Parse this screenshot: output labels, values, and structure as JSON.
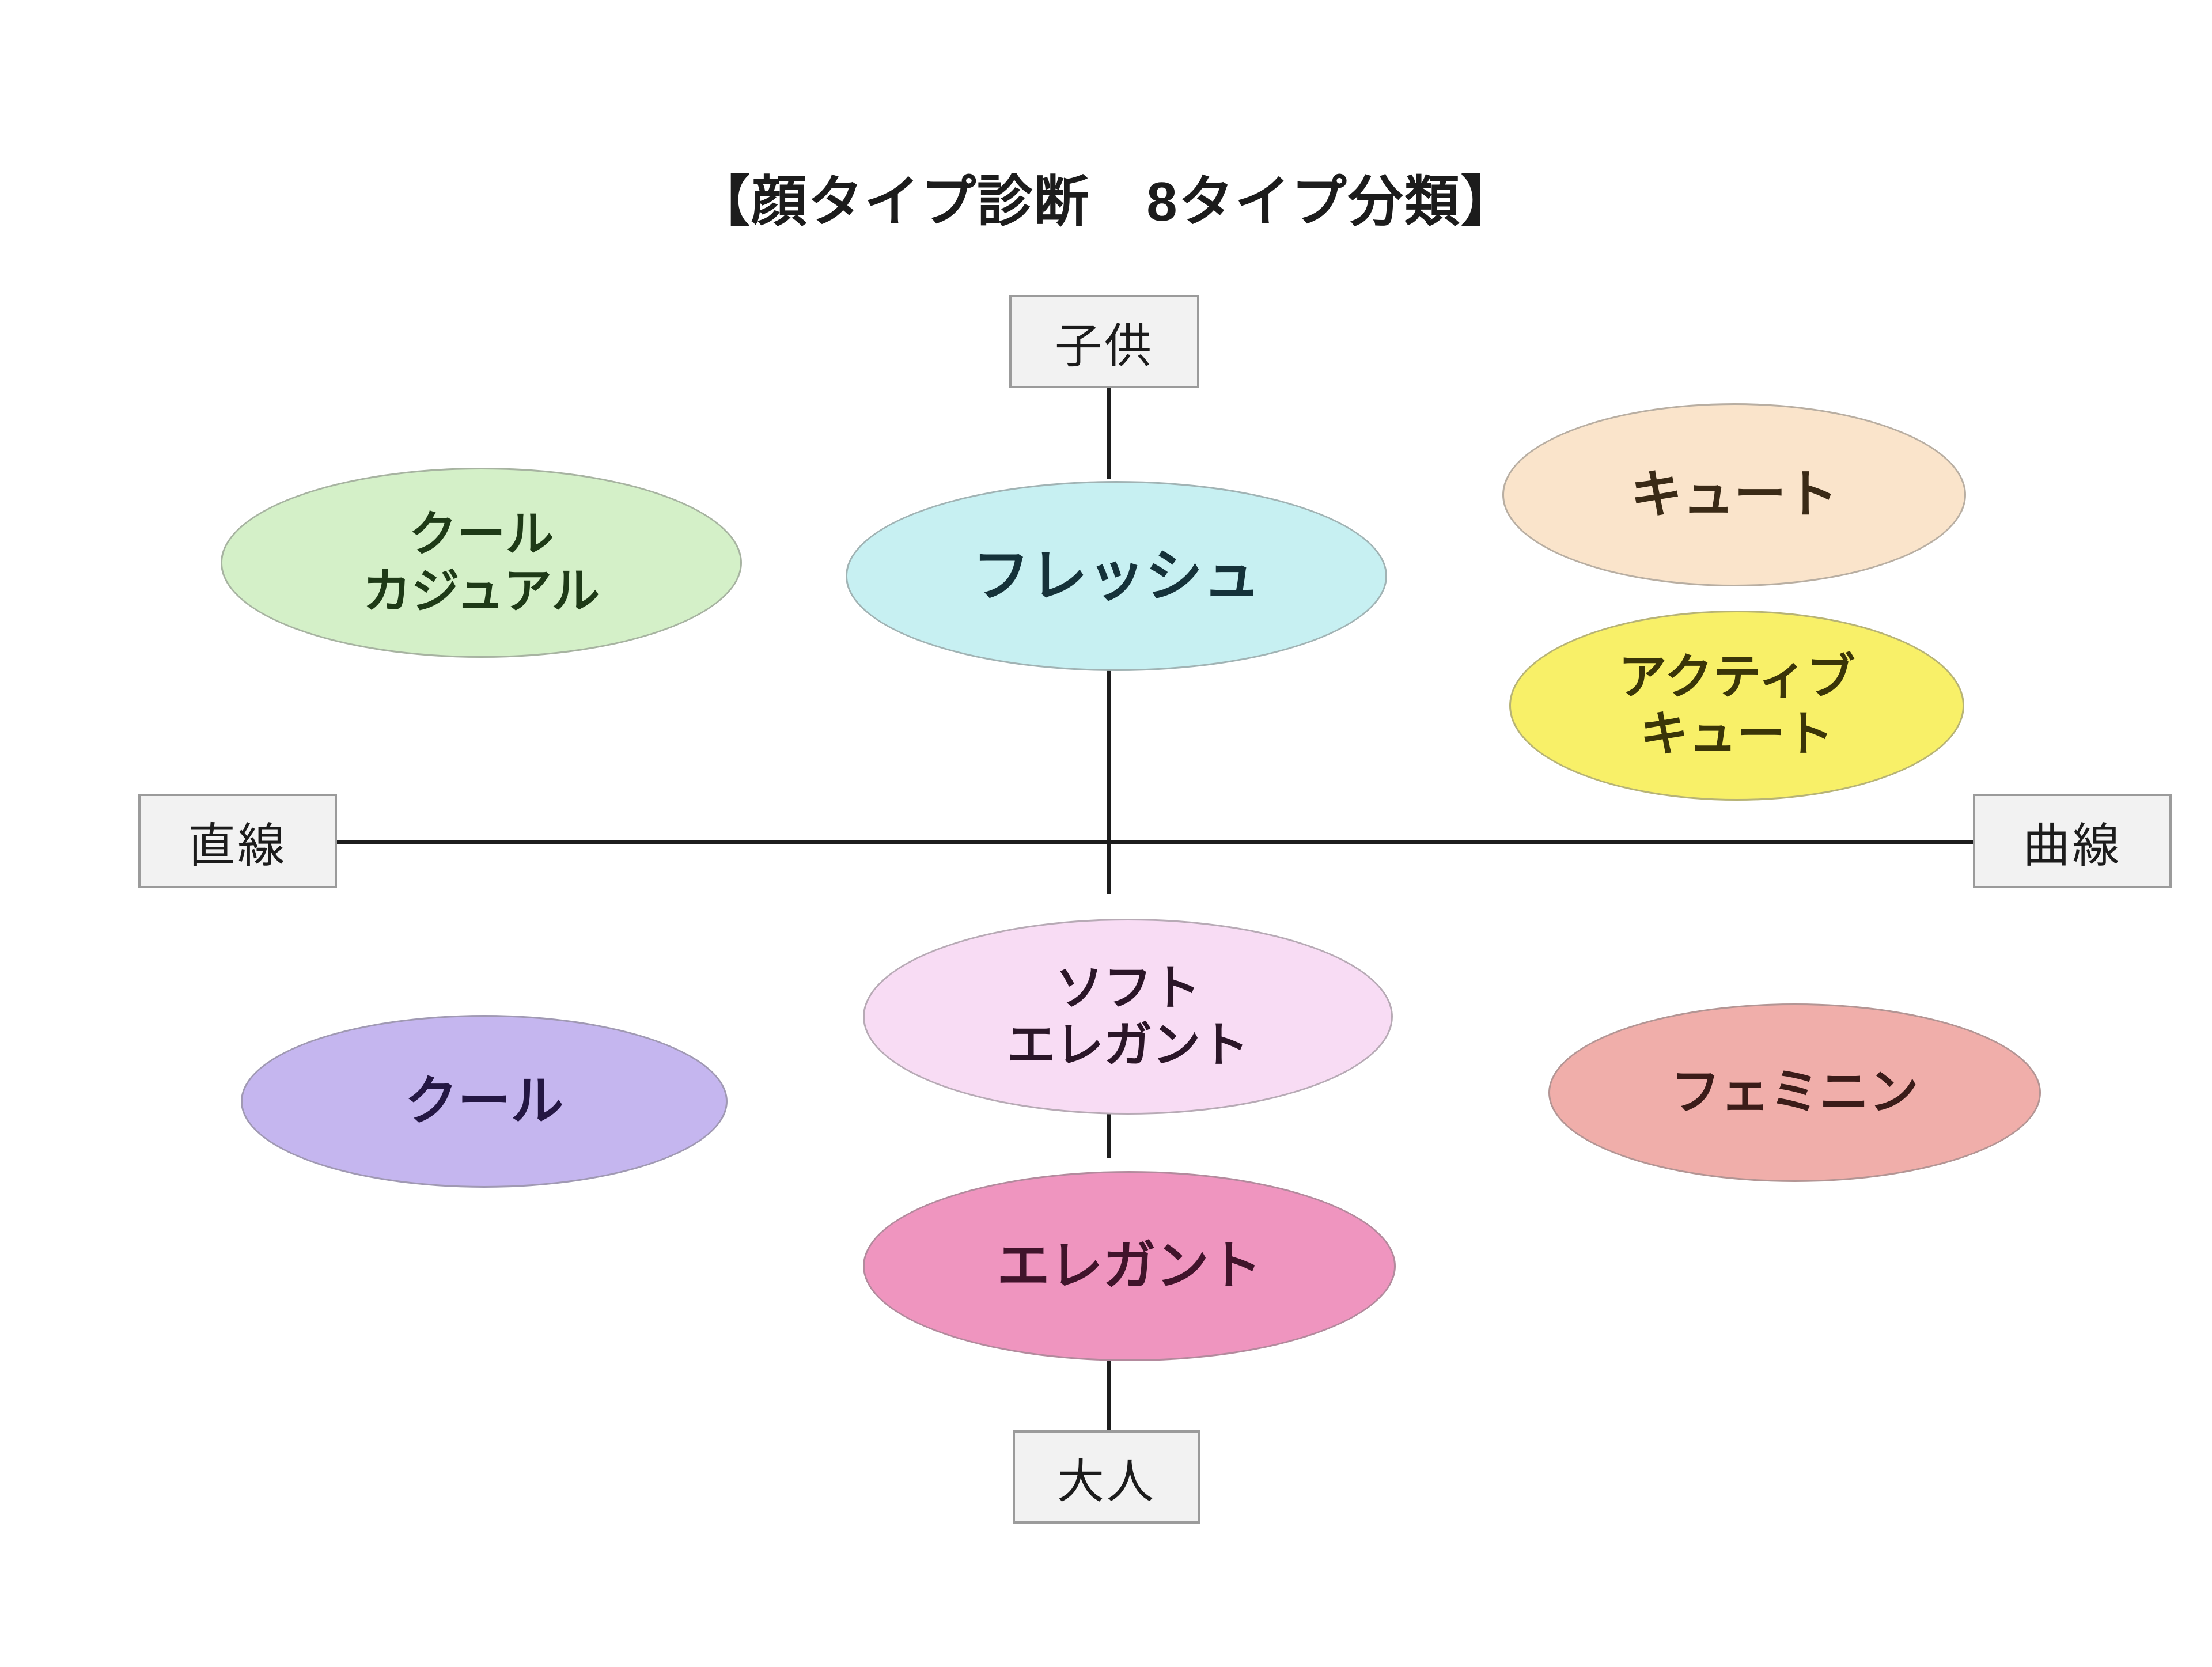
{
  "diagram": {
    "title": "【顔タイプ診断　8タイプ分類】",
    "axes": {
      "top_label": "子供",
      "bottom_label": "大人",
      "left_label": "直線",
      "right_label": "曲線"
    },
    "nodes": [
      {
        "id": "cool-casual",
        "label": "クール\nカジュアル",
        "fill": "#d4f0c8",
        "text_color": "#1e3a17",
        "quadrant": "upper-left"
      },
      {
        "id": "fresh",
        "label": "フレッシュ",
        "fill": "#c7f0f2",
        "text_color": "#15323a",
        "quadrant": "upper-center"
      },
      {
        "id": "cute",
        "label": "キュート",
        "fill": "#fae4cb",
        "text_color": "#3a2a16",
        "quadrant": "upper-right"
      },
      {
        "id": "active-cute",
        "label": "アクティブ\nキュート",
        "fill": "#f8f068",
        "text_color": "#3a3508",
        "quadrant": "upper-right"
      },
      {
        "id": "cool",
        "label": "クール",
        "fill": "#c5b6ef",
        "text_color": "#241743",
        "quadrant": "lower-left"
      },
      {
        "id": "soft-elegant",
        "label": "ソフト\nエレガント",
        "fill": "#f8dcf4",
        "text_color": "#2b1628",
        "quadrant": "lower-center"
      },
      {
        "id": "elegant",
        "label": "エレガント",
        "fill": "#ef95bf",
        "text_color": "#40142b",
        "quadrant": "lower-center"
      },
      {
        "id": "feminine",
        "label": "フェミニン",
        "fill": "#f0aeaa",
        "text_color": "#3b1c19",
        "quadrant": "lower-right"
      }
    ],
    "colors": {
      "axis_line": "#1d1d1d",
      "box_fill": "#f2f2f2",
      "box_border": "#9b9b9b",
      "background": "#ffffff"
    }
  }
}
